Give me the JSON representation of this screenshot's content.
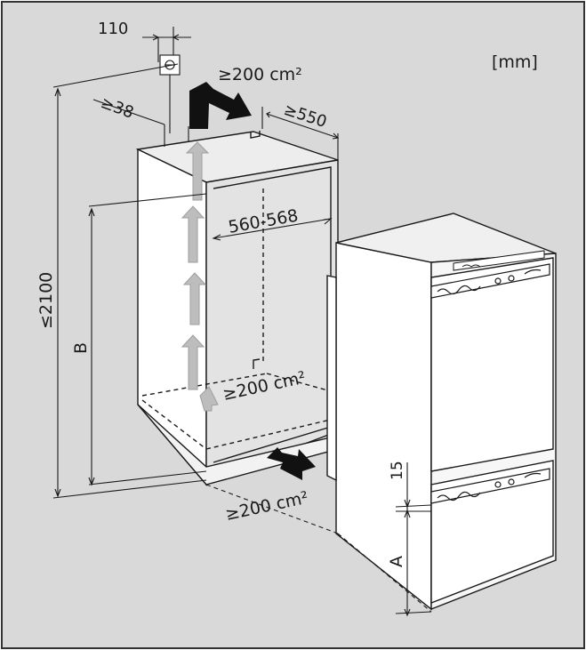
{
  "diagram": {
    "unit_label": "[mm]",
    "labels": {
      "width_110": "110",
      "depth_38": "≥38",
      "vent_top": "≥200 cm²",
      "depth_550": "≥550",
      "niche_width": "560-568",
      "height_2100": "≤2100",
      "dim_b": "B",
      "vent_mid": "≥200 cm²",
      "vent_bottom": "≥200 cm²",
      "dim_15": "15",
      "dim_a": "A"
    },
    "colors": {
      "frame_bg": "#d9d9d9",
      "panel": "#ffffff",
      "line": "#1a1a1a",
      "ghost_arrow": "#bdbdbd",
      "dark_arrow": "#111111"
    }
  }
}
